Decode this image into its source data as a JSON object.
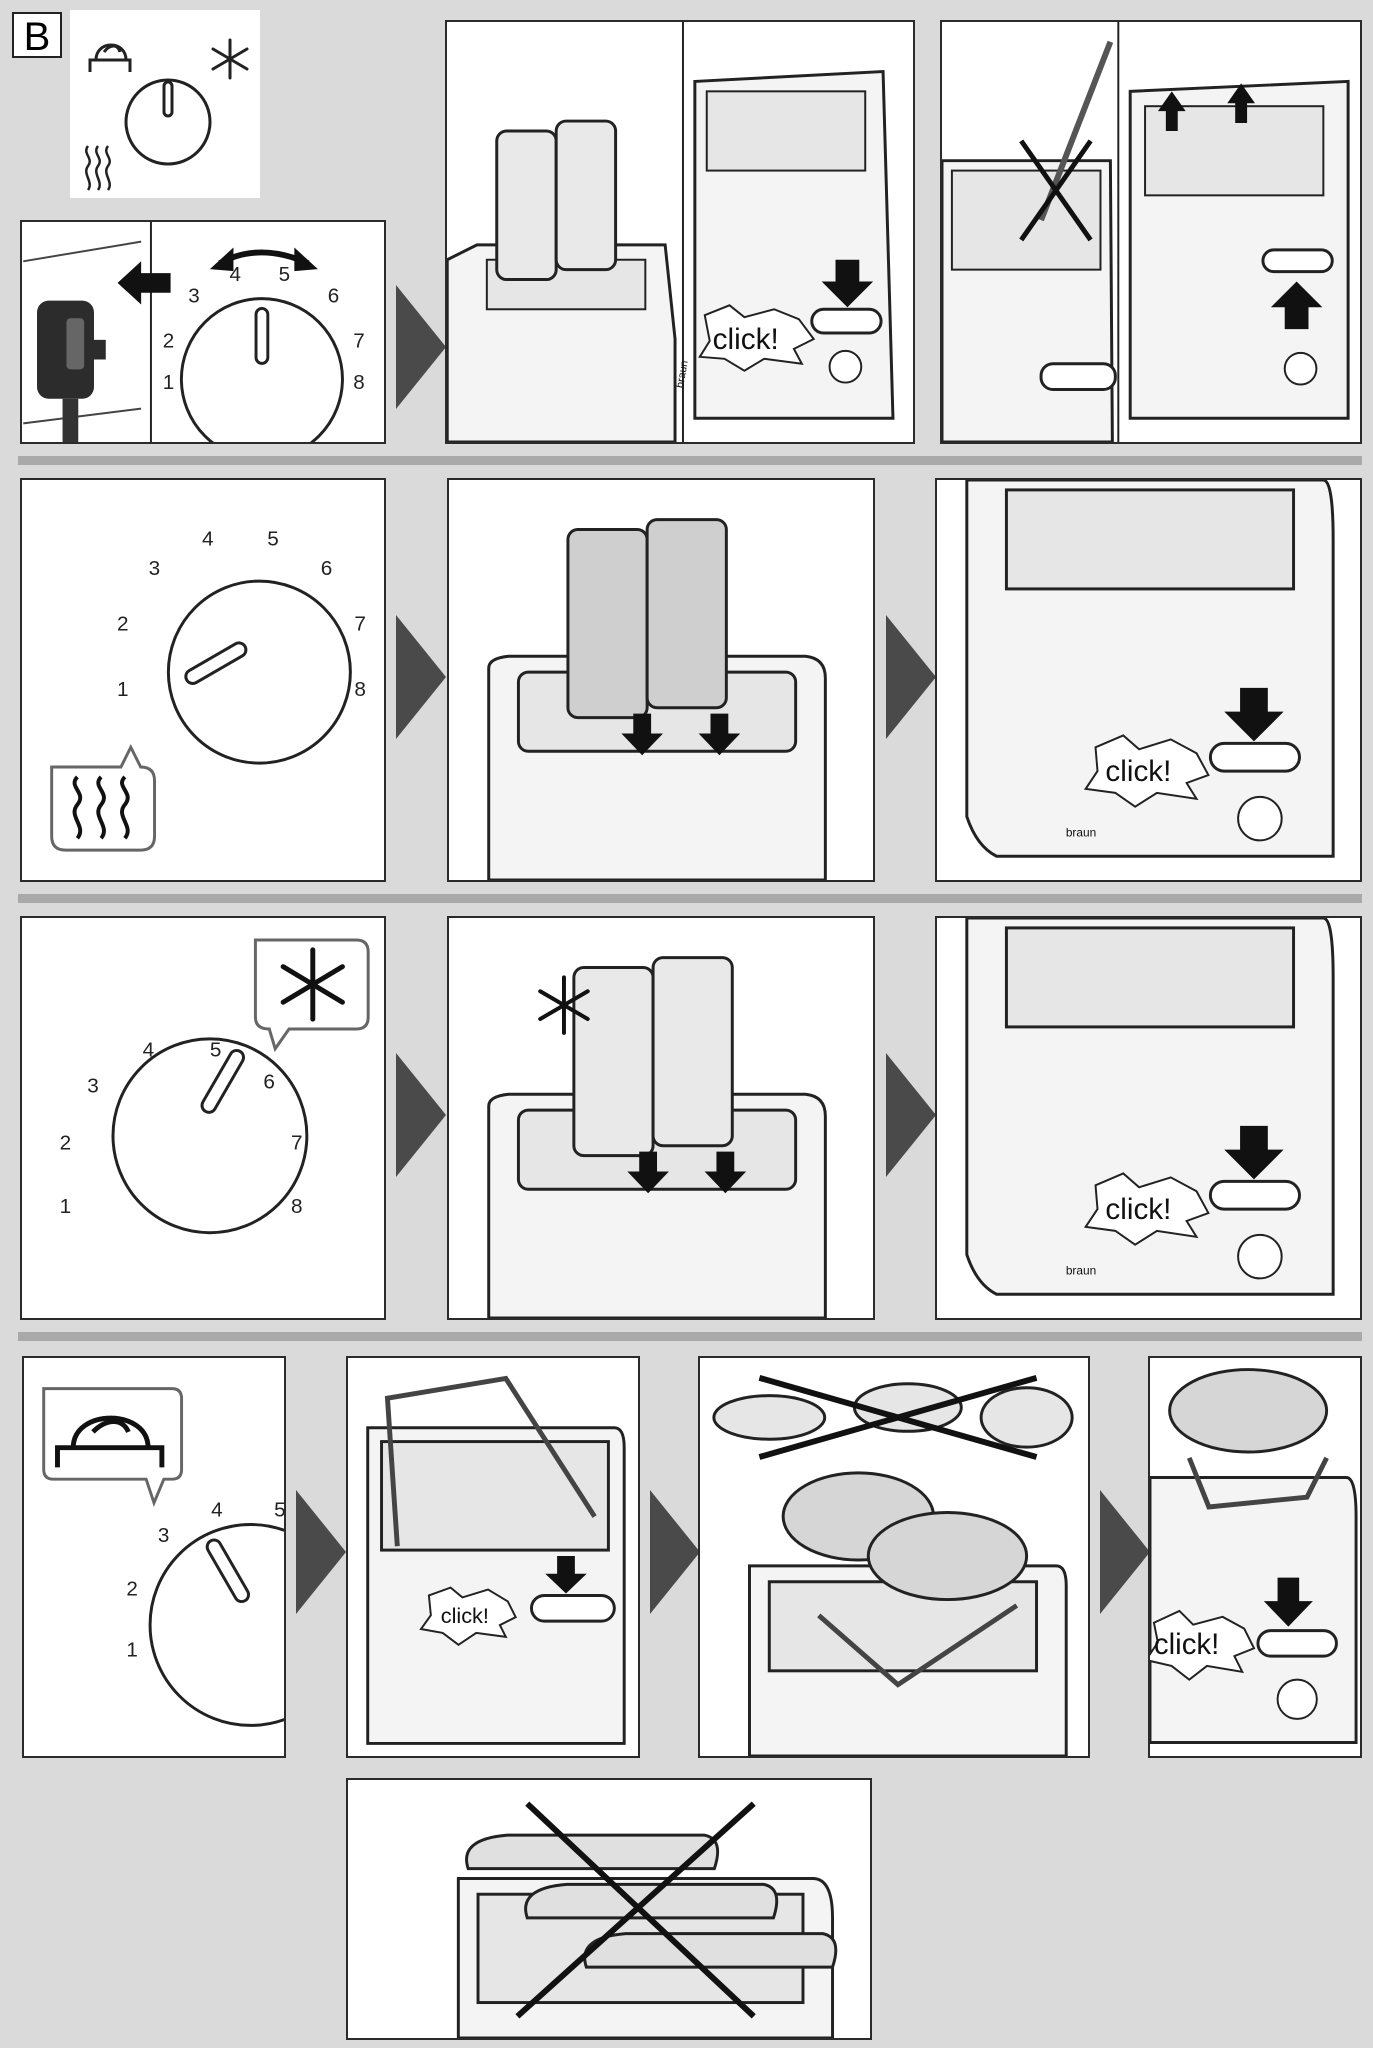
{
  "section": {
    "label": "B"
  },
  "dial": {
    "numbers": [
      "1",
      "2",
      "3",
      "4",
      "5",
      "6",
      "7",
      "8"
    ]
  },
  "callouts": {
    "click": "click!",
    "brand": "braun"
  },
  "icons": {
    "bun": "bun-icon",
    "defrost": "snowflake-icon",
    "reheat": "heat-waves-icon",
    "not_allowed": "cross-out-icon",
    "direction": "black-arrow-icon"
  },
  "colors": {
    "background": "#dadada",
    "panel": "#ffffff",
    "separator": "#a9a9a9",
    "arrow": "#4a4a4a"
  }
}
